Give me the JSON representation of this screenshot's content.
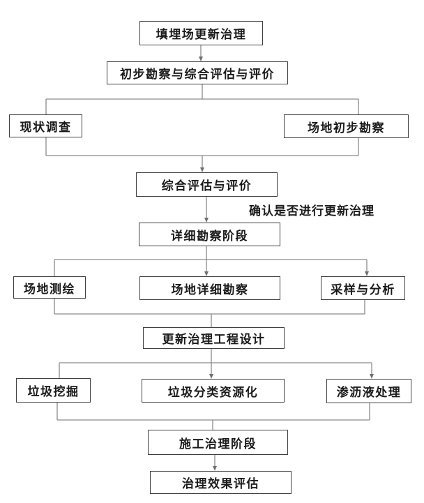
{
  "flowchart": {
    "annotation": "确认是否进行更新治理",
    "nodes": {
      "n1": "填埋场更新治理",
      "n2": "初步勘察与综合评估与评价",
      "n3": "现状调查",
      "n4": "场地初步勘察",
      "n5": "综合评估与评价",
      "n6": "详细勘察阶段",
      "n7": "场地测绘",
      "n8": "场地详细勘察",
      "n9": "采样与分析",
      "n10": "更新治理工程设计",
      "n11": "垃圾挖掘",
      "n12": "垃圾分类资源化",
      "n13": "渗沥液处理",
      "n14": "施工治理阶段",
      "n15": "治理效果评估"
    },
    "colors": {
      "background": "#ffffff",
      "box_border": "#3f3f3f",
      "connector": "#8a8a8a",
      "text": "#1b1b1b"
    }
  }
}
